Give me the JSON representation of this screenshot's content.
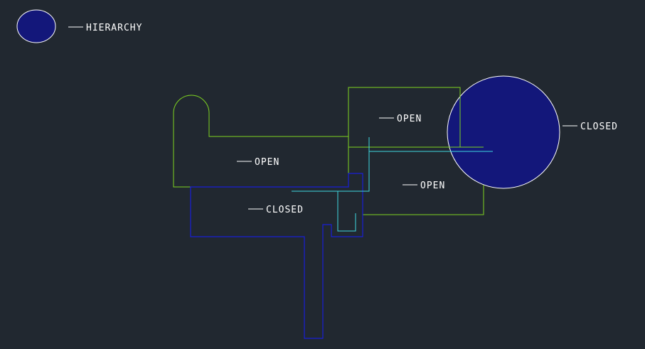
{
  "legend": {
    "label": "HIERARCHY",
    "symbol_fill": "#13177a",
    "symbol_stroke": "#ffffff"
  },
  "labels": {
    "open_left": "OPEN",
    "open_top": "OPEN",
    "open_right": "OPEN",
    "closed_center": "CLOSED",
    "closed_circle": "CLOSED"
  },
  "colors": {
    "background": "#212830",
    "open_outline": "#7ed321",
    "closed_outline": "#1a1fd6",
    "circulation": "#3fd8e0",
    "leader": "#ffffff",
    "closed_fill": "#13177a"
  }
}
